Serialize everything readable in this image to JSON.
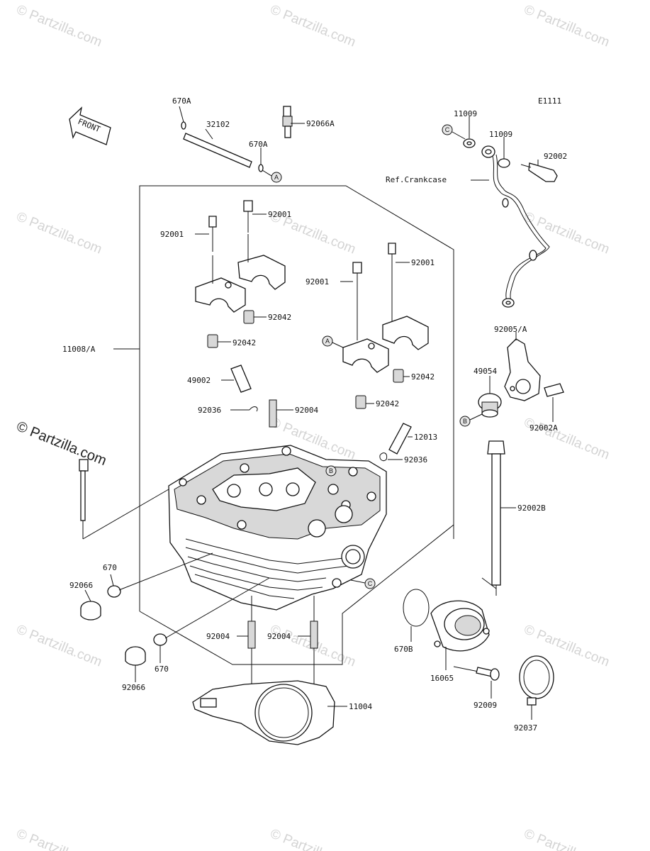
{
  "diagram": {
    "code": "E1111",
    "front_label": "FRONT",
    "ref_label": "Ref.Crankcase",
    "watermark": "© Partzilla.com",
    "parts": {
      "p670A_top": "670A",
      "p32102": "32102",
      "p670A_2": "670A",
      "p92066A": "92066A",
      "p11009_a": "11009",
      "p11009_b": "11009",
      "p92002": "92002",
      "p92001_a": "92001",
      "p92001_b": "92001",
      "p92001_c": "92001",
      "p92001_d": "92001",
      "p92042_a": "92042",
      "p92042_b": "92042",
      "p92042_c": "92042",
      "p92042_d": "92042",
      "p11008A": "11008/A",
      "p49002": "49002",
      "p92036_a": "92036",
      "p92004_a": "92004",
      "p12013": "12013",
      "p92036_b": "92036",
      "p92005A": "92005/A",
      "p49054": "49054",
      "p92002A": "92002A",
      "p92002B": "92002B",
      "p92066_a": "92066",
      "p670_a": "670",
      "p92004_b": "92004",
      "p92004_c": "92004",
      "p670B": "670B",
      "p16065": "16065",
      "p92037": "92037",
      "p92009": "92009",
      "p670_b": "670",
      "p92066_b": "92066",
      "p11004": "11004"
    },
    "callouts": {
      "a": "A",
      "b": "B",
      "c": "C"
    }
  }
}
